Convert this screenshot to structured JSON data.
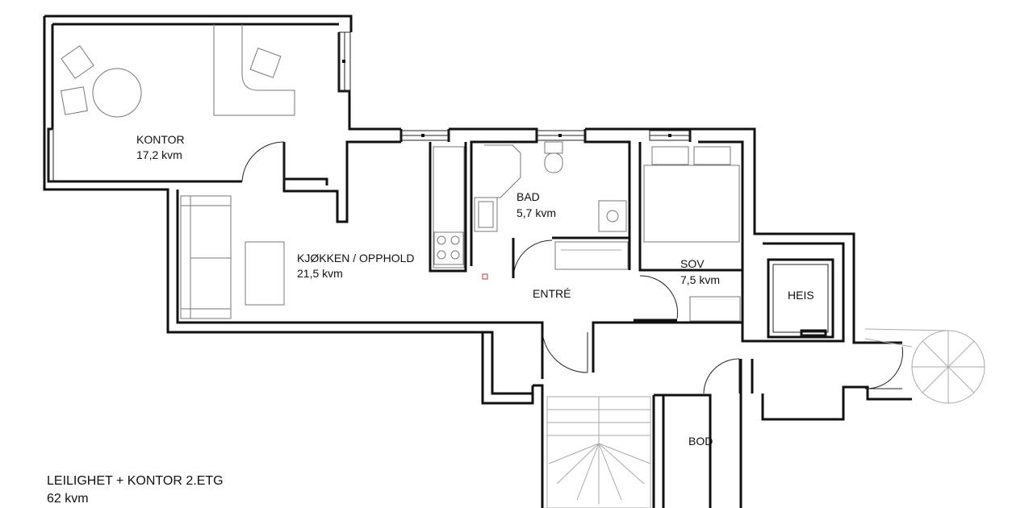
{
  "plan": {
    "title_line1": "LEILIGHET + KONTOR 2.ETG",
    "title_line2": "62 kvm"
  },
  "rooms": {
    "kontor": {
      "name": "KONTOR",
      "area": "17,2 kvm"
    },
    "bad": {
      "name": "BAD",
      "area": "5,7 kvm"
    },
    "kjokken": {
      "name": "KJØKKEN / OPPHOLD",
      "area": "21,5 kvm"
    },
    "entre": {
      "name": "ENTRÉ"
    },
    "sov": {
      "name": "SOV",
      "area": "7,5 kvm"
    },
    "heis": {
      "name": "HEIS"
    },
    "bod": {
      "name": "BOD"
    }
  }
}
